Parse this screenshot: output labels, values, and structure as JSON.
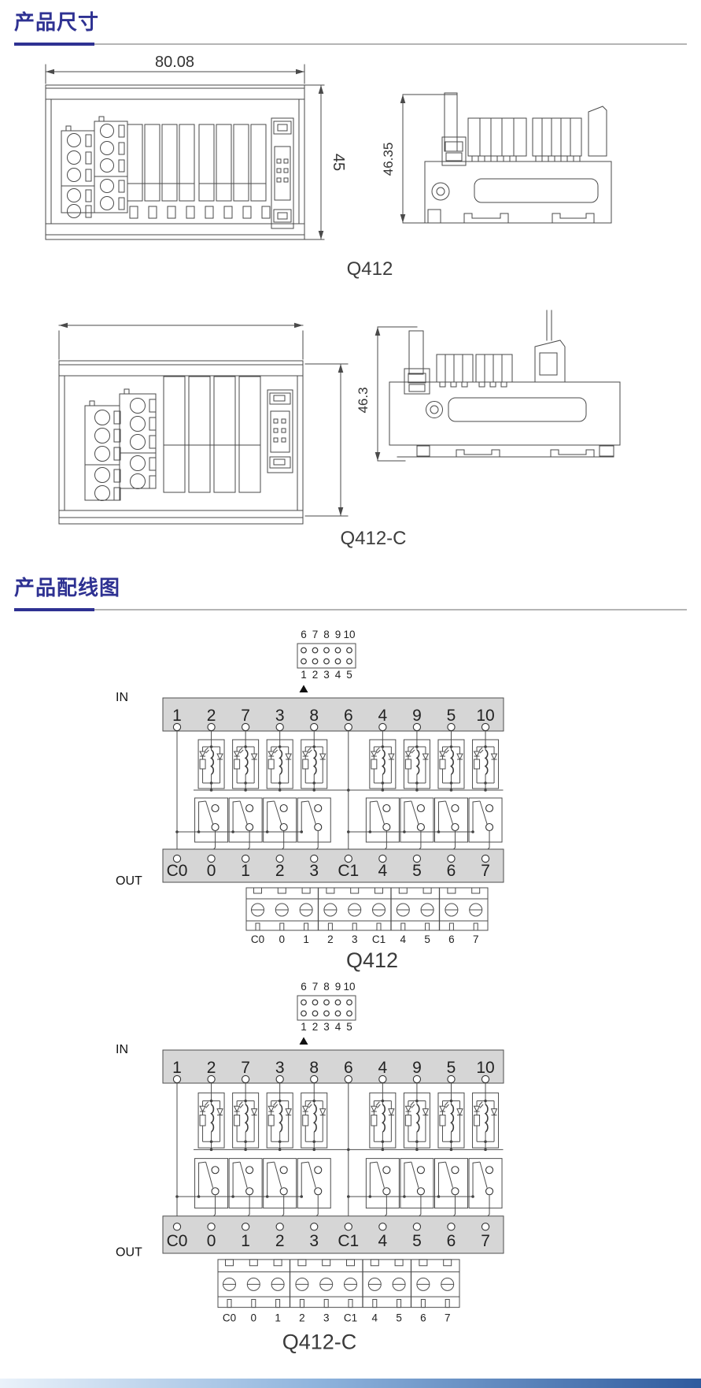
{
  "accent_color": "#2e3192",
  "sections": {
    "dimensions": {
      "title": "产品尺寸"
    },
    "wiring": {
      "title": "产品配线图"
    }
  },
  "dimension_views": {
    "q412": {
      "caption": "Q412",
      "width": "80.08",
      "height": "45",
      "side_height": "46.35"
    },
    "q412c": {
      "caption": "Q412-C",
      "side_height": "46.3"
    }
  },
  "wiring_diagrams": [
    {
      "caption": "Q412",
      "in_label": "IN",
      "out_label": "OUT",
      "connector": {
        "top_pins": [
          "6",
          "7",
          "8",
          "9",
          "10"
        ],
        "bottom_pins": [
          "1",
          "2",
          "3",
          "4",
          "5"
        ]
      },
      "in_terminals": [
        "1",
        "2",
        "7",
        "3",
        "8",
        "6",
        "4",
        "9",
        "5",
        "10"
      ],
      "out_terminals": [
        "C0",
        "0",
        "1",
        "2",
        "3",
        "C1",
        "4",
        "5",
        "6",
        "7"
      ],
      "strip_labels": [
        "C0",
        "0",
        "1",
        "2",
        "3",
        "C1",
        "4",
        "5",
        "6",
        "7"
      ],
      "relay_positions": [
        1,
        2,
        3,
        4,
        6,
        7,
        8,
        9
      ],
      "common_in_positions": [
        0,
        5
      ]
    },
    {
      "caption": "Q412-C",
      "in_label": "IN",
      "out_label": "OUT",
      "connector": {
        "top_pins": [
          "6",
          "7",
          "8",
          "9",
          "10"
        ],
        "bottom_pins": [
          "1",
          "2",
          "3",
          "4",
          "5"
        ]
      },
      "in_terminals": [
        "1",
        "2",
        "7",
        "3",
        "8",
        "6",
        "4",
        "9",
        "5",
        "10"
      ],
      "out_terminals": [
        "C0",
        "0",
        "1",
        "2",
        "3",
        "C1",
        "4",
        "5",
        "6",
        "7"
      ],
      "strip_labels": [
        "C0",
        "0",
        "1",
        "2",
        "3",
        "C1",
        "4",
        "5",
        "6",
        "7"
      ],
      "relay_positions": [
        1,
        2,
        3,
        4,
        6,
        7,
        8,
        9
      ],
      "common_in_positions": [
        0,
        5
      ]
    }
  ]
}
